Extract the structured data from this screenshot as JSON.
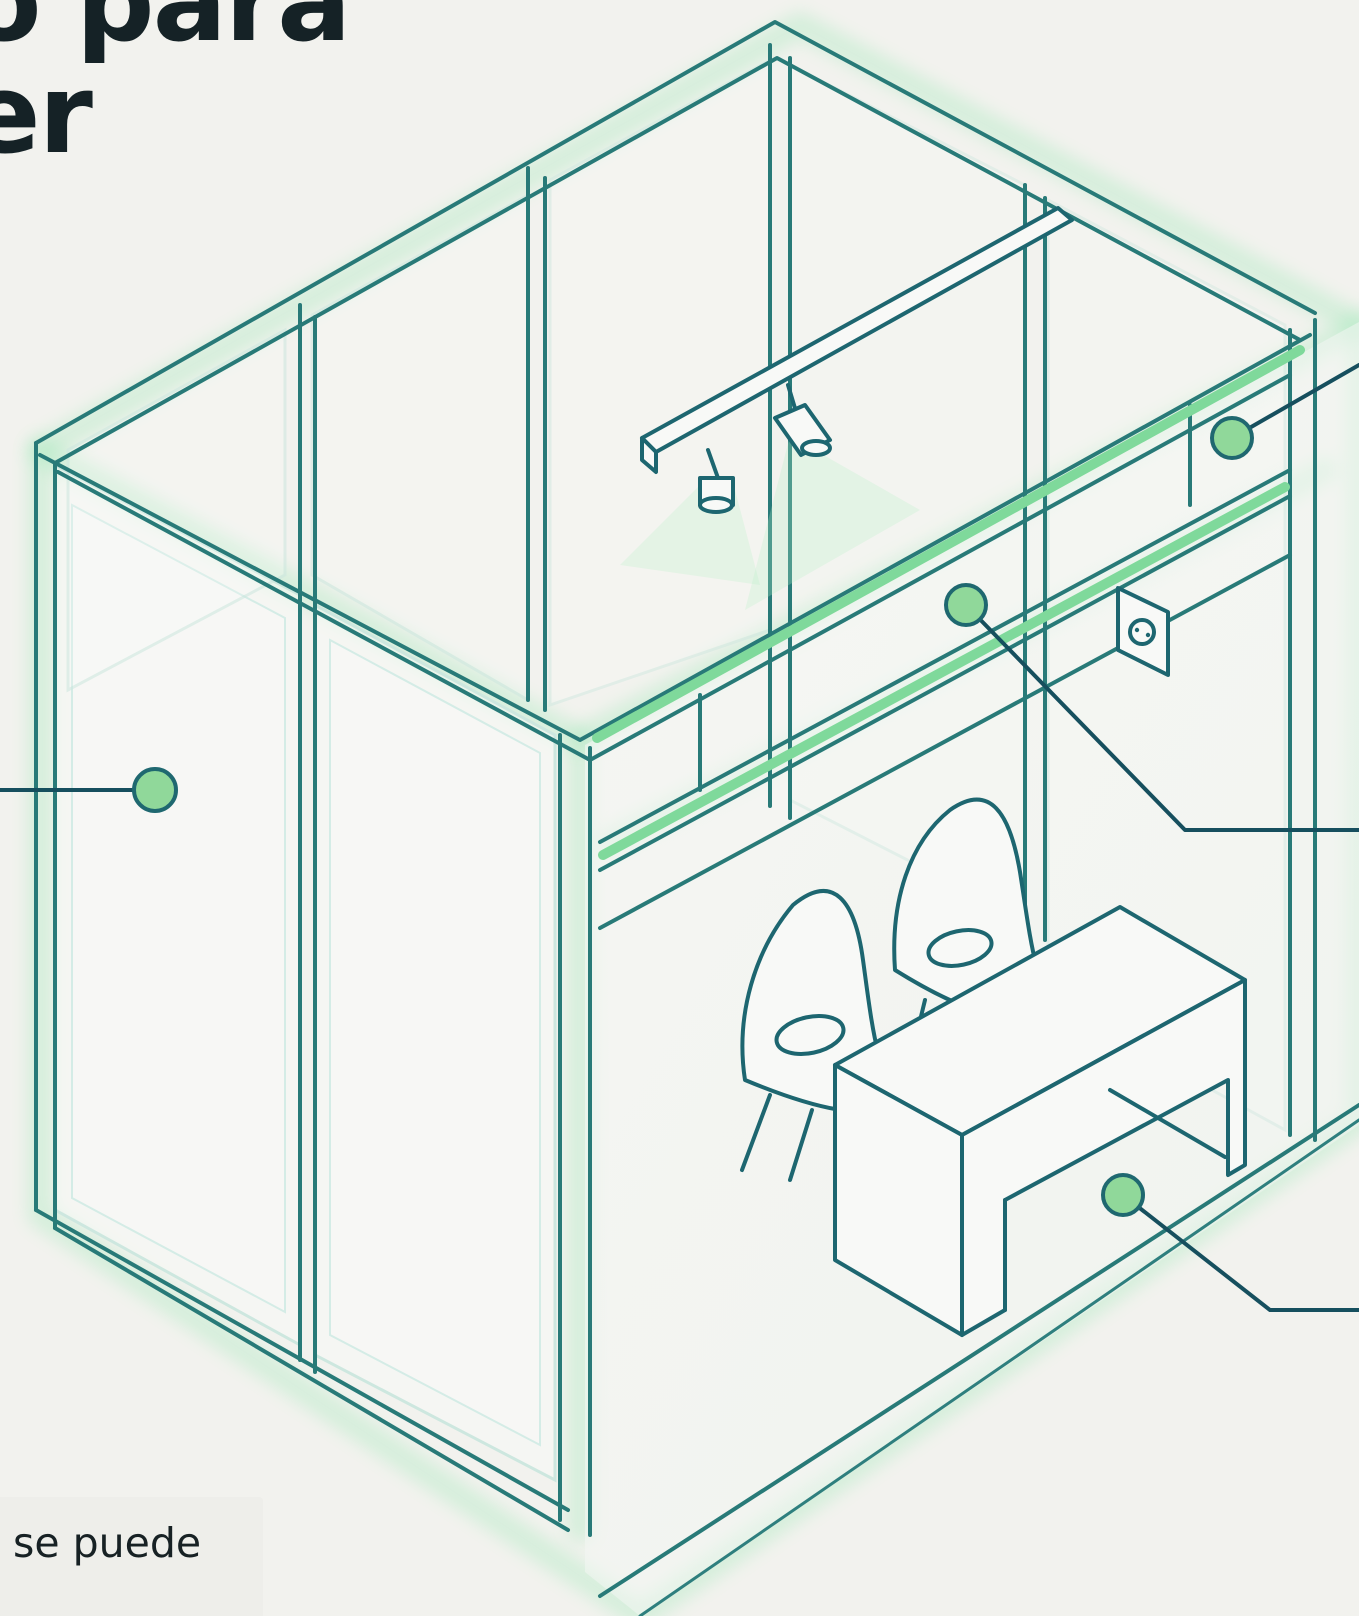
{
  "page": {
    "title_lines": "o para\ner",
    "caption_text": "se puede"
  },
  "colors": {
    "background": "#f2f2ee",
    "frame": "#287a78",
    "accent": "#7fd99b",
    "glow": "#74e39c",
    "text": "#152226"
  },
  "diagram": {
    "subject": "isometric exhibition booth with wall panels, lighting rail with spotlights, outlet, two chairs and a table",
    "callout_markers": [
      "left-panel",
      "upper-right-fascia",
      "front-fascia",
      "floor"
    ],
    "icons": [
      "spotlight-icon",
      "power-outlet-icon",
      "chair-icon",
      "table-icon"
    ]
  }
}
